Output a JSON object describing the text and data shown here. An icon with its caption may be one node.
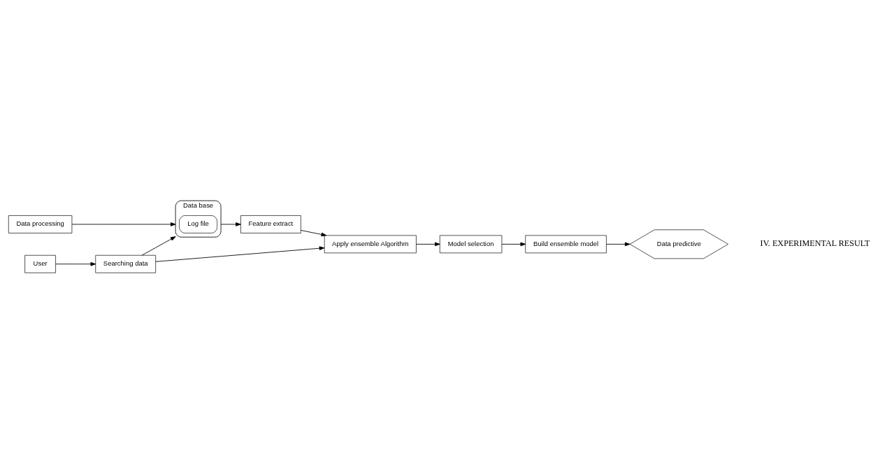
{
  "diagram": {
    "nodes": [
      {
        "text": [
          "Data processing"
        ]
      },
      {
        "text": [
          "Data base"
        ]
      },
      {
        "text": [
          "Log file"
        ],
        "in": 1
      },
      {
        "text": [
          "Feature extract"
        ]
      },
      {
        "text": [
          "Apply ensemble Algorithm"
        ]
      },
      {
        "text": [
          "User"
        ]
      },
      {
        "text": [
          "Searching data"
        ]
      },
      {
        "text": [
          "Model selection"
        ]
      },
      {
        "text": [
          "Build ensemble model"
        ]
      },
      {
        "text": [
          "Data predictive"
        ]
      }
    ],
    "edges": [
      {
        "from": 0,
        "to": 1,
        "arrow": "to"
      },
      {
        "from": 1,
        "to": 3,
        "arrow": "to"
      },
      {
        "from": 3,
        "to": 4,
        "arrow": "to"
      },
      {
        "from": 5,
        "to": 6,
        "arrow": "to"
      },
      {
        "from": 6,
        "to": 1,
        "arrow": "to"
      },
      {
        "from": 6,
        "to": 4,
        "arrow": "to"
      },
      {
        "from": 4,
        "to": 7,
        "arrow": "to"
      },
      {
        "from": 7,
        "to": 8,
        "arrow": "to"
      },
      {
        "from": 8,
        "to": 9,
        "arrow": "to"
      }
    ],
    "labels": [
      "IV. EXPERIMENTAL RESULT"
    ]
  }
}
